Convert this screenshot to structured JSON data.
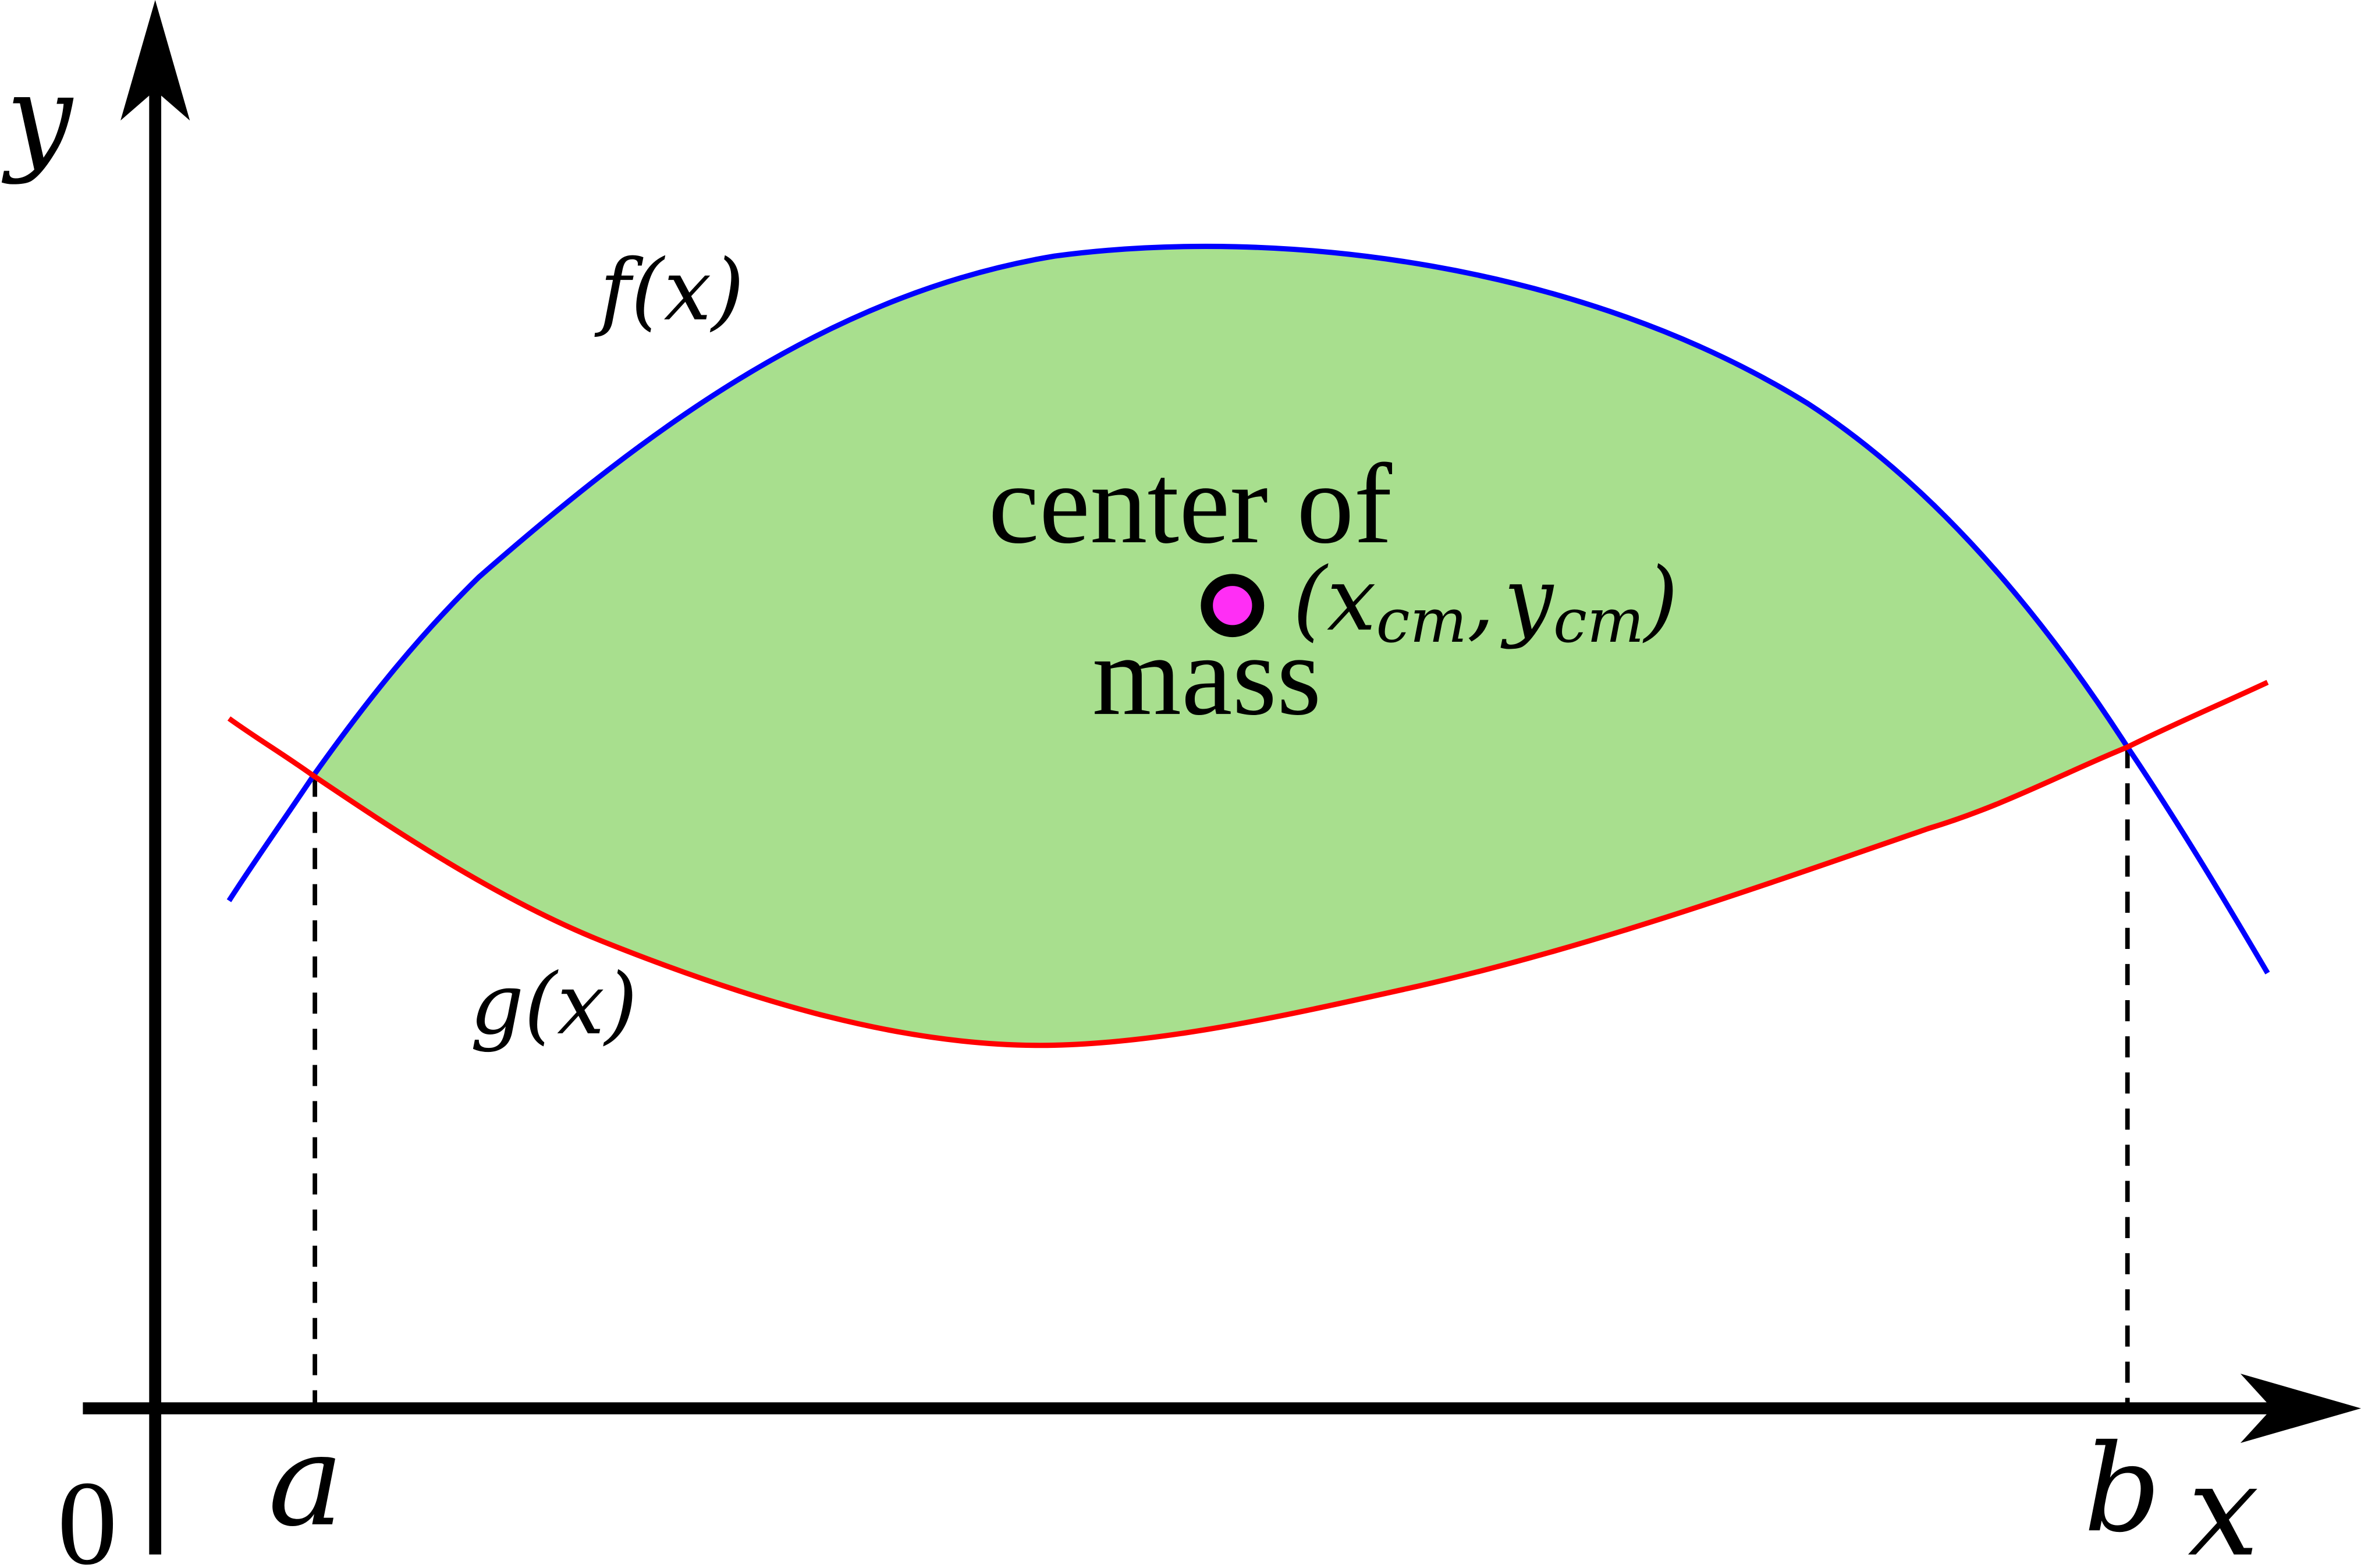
{
  "colors": {
    "region_fill": "#a8df8e",
    "f_curve": "#0000ff",
    "g_curve": "#ff0000",
    "axes": "#000000",
    "center_point": "#ff2ef5"
  },
  "axes": {
    "origin_label": "0",
    "x_label": "x",
    "y_label": "y"
  },
  "markers": {
    "a_label": "a",
    "b_label": "b"
  },
  "curves": {
    "f_label_fn": "f",
    "f_label_arg": "(x)",
    "g_label_fn": "g",
    "g_label_arg": "(x)"
  },
  "center_of_mass": {
    "line1": "center of",
    "line2": "mass",
    "coord_open": "(",
    "x_main": "x",
    "x_sub": "cm",
    "separator": ",",
    "y_main": "y",
    "y_sub": "cm",
    "coord_close": ")"
  }
}
